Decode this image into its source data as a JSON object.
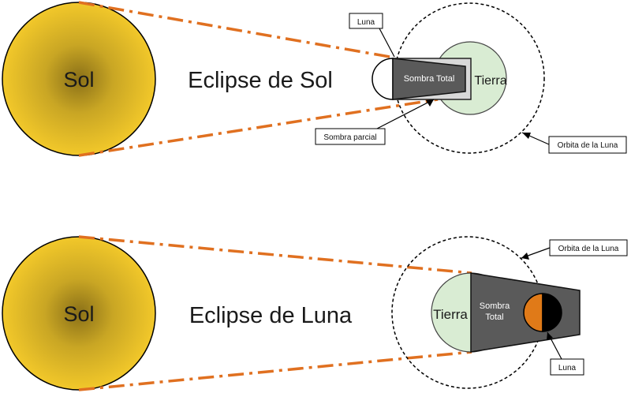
{
  "eclipse_sol": {
    "title": "Eclipse de Sol",
    "sun_label": "Sol",
    "earth_label": "Tierra",
    "umbra_label": "Sombra Total",
    "moon_callout": "Luna",
    "penumbra_callout": "Sombra parcial",
    "orbit_callout": "Orbita de la Luna"
  },
  "eclipse_luna": {
    "title": "Eclipse de Luna",
    "sun_label": "Sol",
    "earth_label": "Tierra",
    "umbra_label_line1": "Sombra",
    "umbra_label_line2": "Total",
    "moon_callout": "Luna",
    "orbit_callout": "Orbita de la Luna"
  },
  "colors": {
    "sun": "#f2c82a",
    "sun_core": "#8a7018",
    "ray": "#e07020",
    "earth": "#d9ecd3",
    "umbra": "#5a5a5a",
    "moon_lit": "#e07a18",
    "moon_dark": "#000000"
  }
}
